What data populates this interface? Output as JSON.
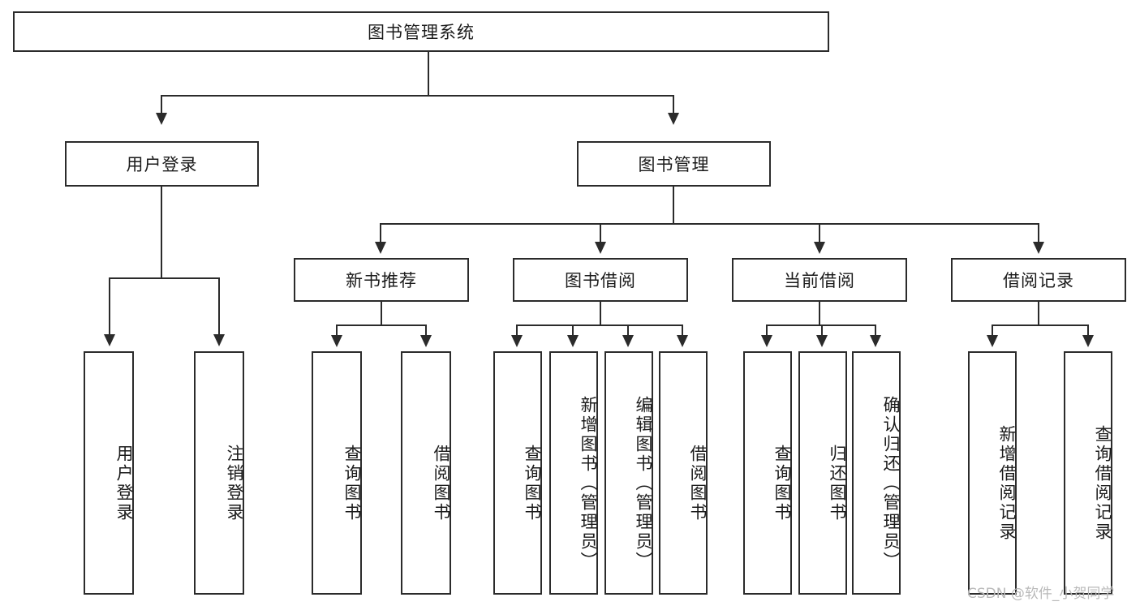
{
  "diagram": {
    "title": "图书管理系统",
    "type": "hierarchy-tree",
    "root": {
      "id": "root",
      "label": "图书管理系统"
    },
    "level1": [
      {
        "id": "user-login",
        "label": "用户登录"
      },
      {
        "id": "book-manage",
        "label": "图书管理"
      }
    ],
    "level2": [
      {
        "id": "new-book-rec",
        "label": "新书推荐",
        "parent": "book-manage"
      },
      {
        "id": "book-borrow",
        "label": "图书借阅",
        "parent": "book-manage"
      },
      {
        "id": "current-borrow",
        "label": "当前借阅",
        "parent": "book-manage"
      },
      {
        "id": "borrow-record",
        "label": "借阅记录",
        "parent": "book-manage"
      }
    ],
    "leaves": [
      {
        "id": "leaf-user-login",
        "label": "用户登录",
        "parent": "user-login"
      },
      {
        "id": "leaf-logout",
        "label": "注销登录",
        "parent": "user-login"
      },
      {
        "id": "leaf-query-book-1",
        "label": "查询图书",
        "parent": "new-book-rec"
      },
      {
        "id": "leaf-borrow-book-1",
        "label": "借阅图书",
        "parent": "new-book-rec"
      },
      {
        "id": "leaf-query-book-2",
        "label": "查询图书",
        "parent": "book-borrow"
      },
      {
        "id": "leaf-add-book",
        "label": "新增图书（管理员）",
        "parent": "book-borrow"
      },
      {
        "id": "leaf-edit-book",
        "label": "编辑图书（管理员）",
        "parent": "book-borrow"
      },
      {
        "id": "leaf-borrow-book-2",
        "label": "借阅图书",
        "parent": "book-borrow"
      },
      {
        "id": "leaf-query-book-3",
        "label": "查询图书",
        "parent": "current-borrow"
      },
      {
        "id": "leaf-return-book",
        "label": "归还图书",
        "parent": "current-borrow"
      },
      {
        "id": "leaf-confirm-return",
        "label": "确认归还（管理员）",
        "parent": "current-borrow"
      },
      {
        "id": "leaf-add-record",
        "label": "新增借阅记录",
        "parent": "borrow-record"
      },
      {
        "id": "leaf-query-record",
        "label": "查询借阅记录",
        "parent": "borrow-record"
      }
    ]
  },
  "watermark": {
    "text": "CSDN @软件_小贺同学"
  },
  "colors": {
    "stroke": "#2b2b2b",
    "background": "#ffffff",
    "text": "#1a1a1a",
    "watermark": "#b9b9b9"
  }
}
